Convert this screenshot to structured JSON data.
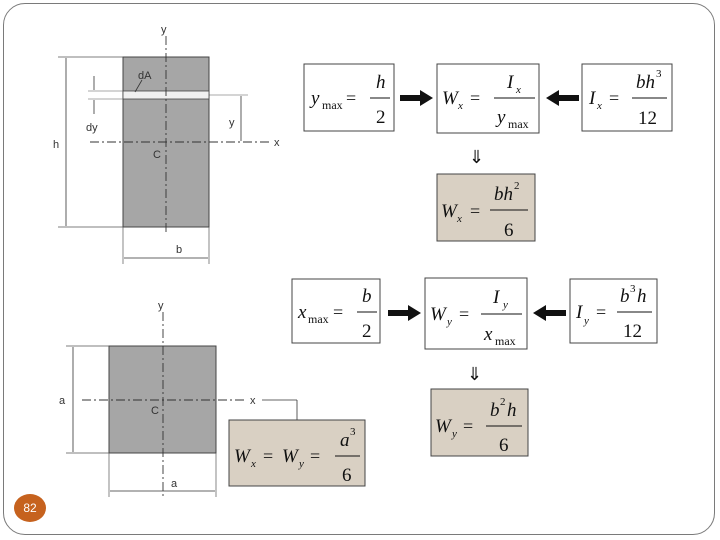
{
  "page_number": "82",
  "top_section": {
    "labels": {
      "y": "y",
      "x": "x",
      "dA": "dA",
      "dy": "dy",
      "y_dist": "y",
      "h": "h",
      "C": "C",
      "b": "b"
    },
    "f1": {
      "lhs": "y",
      "lhs_sub": "max",
      "eq": "=",
      "num": "h",
      "den": "2"
    },
    "f2": {
      "lhs": "W",
      "lhs_sub": "x",
      "eq": "=",
      "num": "I",
      "num_sub": "x",
      "den": "y",
      "den_sub": "max"
    },
    "f3": {
      "lhs": "I",
      "lhs_sub": "x",
      "eq": "=",
      "num": "bh",
      "num_sup": "3",
      "den": "12"
    },
    "f4": {
      "lhs": "W",
      "lhs_sub": "x",
      "eq": "=",
      "num": "bh",
      "num_sup": "2",
      "den": "6"
    }
  },
  "bottom_section": {
    "labels": {
      "y": "y",
      "x": "x",
      "a_left": "a",
      "C": "C",
      "a_bottom": "a"
    },
    "f5": {
      "lhs": "x",
      "lhs_sub": "max",
      "eq": "=",
      "num": "b",
      "den": "2"
    },
    "f6": {
      "lhs": "W",
      "lhs_sub": "y",
      "eq": "=",
      "num": "I",
      "num_sub": "y",
      "den": "x",
      "den_sub": "max"
    },
    "f7": {
      "lhs": "I",
      "lhs_sub": "y",
      "eq": "=",
      "num": "b",
      "num_sup": "3",
      "num_tail": "h",
      "den": "12"
    },
    "f8": {
      "lhs": "W",
      "lhs_sub": "y",
      "eq": "=",
      "num": "b",
      "num_sup": "2",
      "num_tail": "h",
      "den": "6"
    },
    "f9": {
      "a": "W",
      "a_sub": "x",
      "eq1": "=",
      "b": "W",
      "b_sub": "y",
      "eq2": "=",
      "num": "a",
      "num_sup": "3",
      "den": "6"
    }
  },
  "colors": {
    "section_fill": "#a6a6a6",
    "result_fill": "#d9d0c3",
    "page_badge": "#c6621e"
  }
}
